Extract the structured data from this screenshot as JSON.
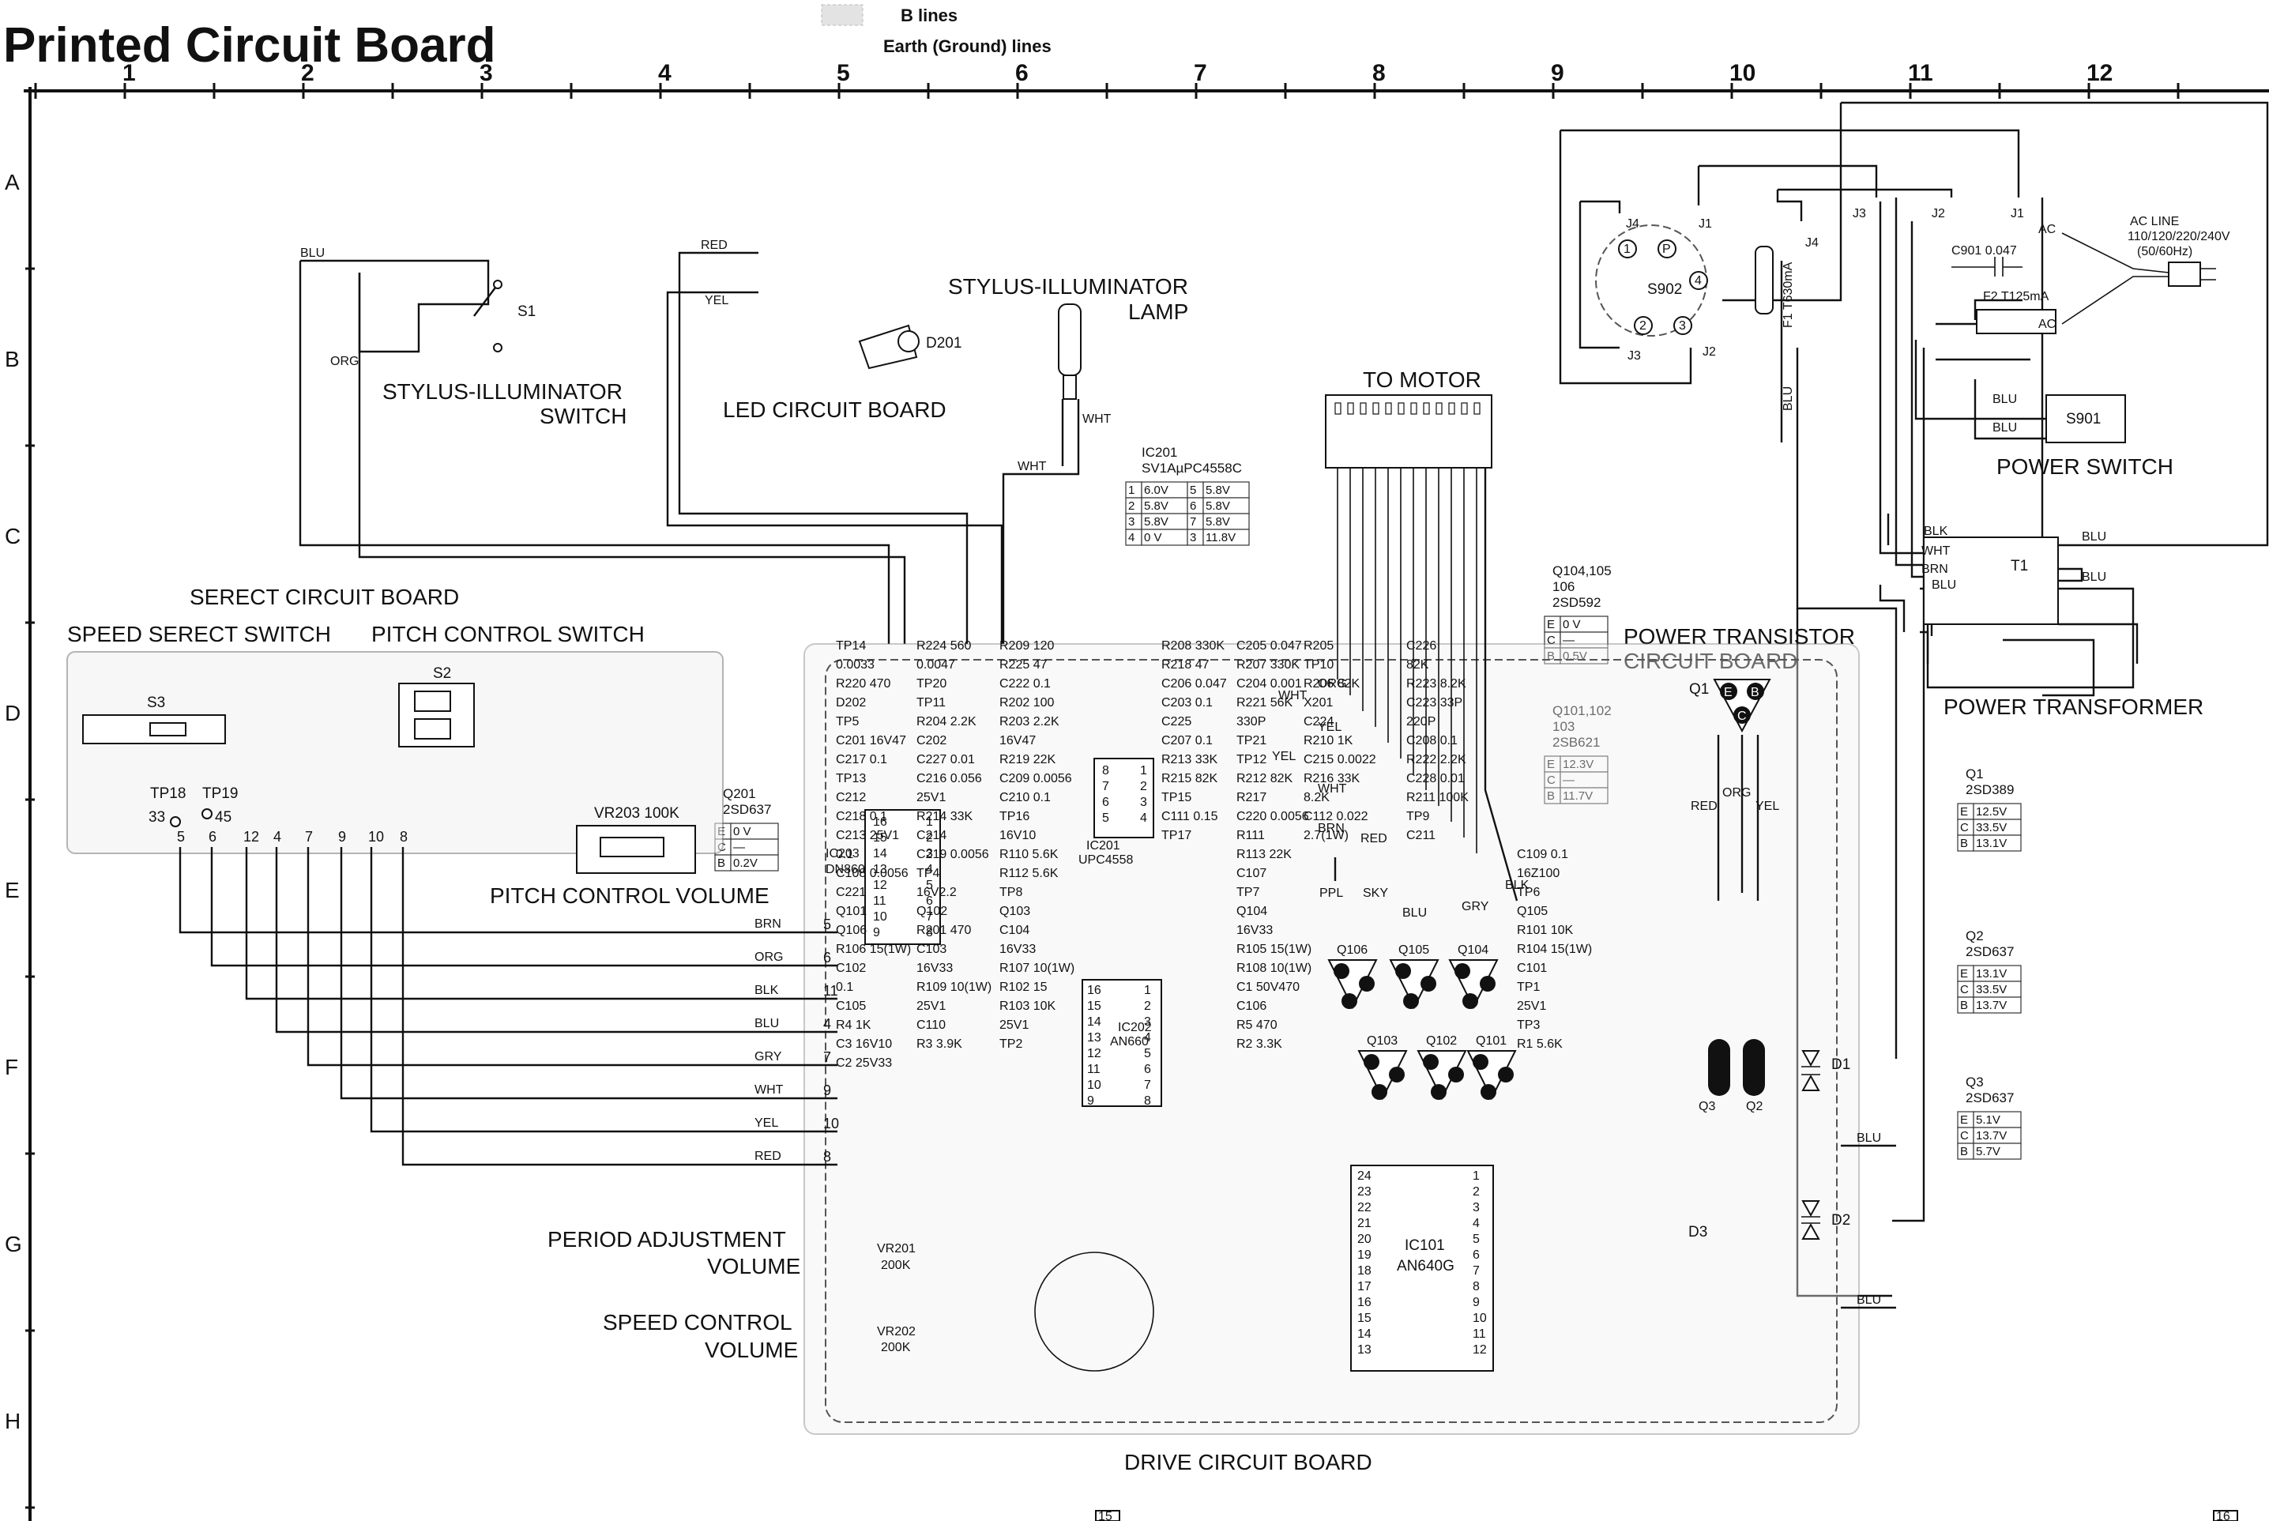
{
  "header": {
    "title": "Printed Circuit Board",
    "legend_b_lines": "B lines",
    "legend_earth": "Earth (Ground) lines"
  },
  "grid": {
    "columns": [
      "1",
      "2",
      "3",
      "4",
      "5",
      "6",
      "7",
      "8",
      "9",
      "10",
      "11",
      "12"
    ],
    "rows": [
      "A",
      "B",
      "C",
      "D",
      "E",
      "F",
      "G",
      "H"
    ]
  },
  "labels": {
    "stylus_switch": [
      "STYLUS-ILLUMINATOR",
      "SWITCH"
    ],
    "led_board": "LED CIRCUIT BOARD",
    "stylus_lamp": [
      "STYLUS-ILLUMINATOR",
      "LAMP"
    ],
    "to_motor": "TO MOTOR",
    "power_switch": "POWER SWITCH",
    "power_transformer": "POWER TRANSFORMER",
    "power_transistor_board": [
      "POWER TRANSISTOR",
      "CIRCUIT BOARD"
    ],
    "select_board": "SERECT CIRCUIT BOARD",
    "speed_select_switch": "SPEED SERECT SWITCH",
    "pitch_control_switch": "PITCH CONTROL SWITCH",
    "pitch_control_volume": "PITCH CONTROL VOLUME",
    "period_adjustment": [
      "PERIOD ADJUSTMENT",
      "VOLUME"
    ],
    "speed_control": [
      "SPEED CONTROL",
      "VOLUME"
    ],
    "drive_board": "DRIVE CIRCUIT BOARD",
    "ac_line": [
      "AC LINE",
      "110/120/220/240V",
      "(50/60Hz)"
    ],
    "page_left": "15",
    "page_right": "16"
  },
  "components": {
    "S1": "S1",
    "S2": "S2",
    "S3": "S3",
    "S901": "S901",
    "S902": "S902",
    "T1": "T1",
    "F1": "F1  T630mA",
    "F2": "F2  T125mA",
    "C901": "C901  0.047",
    "D201": "D201",
    "VR203": "VR203  100K",
    "VR201": [
      "VR201",
      "200K"
    ],
    "VR202": [
      "VR202",
      "200K"
    ],
    "IC101": [
      "IC101",
      "AN640G"
    ],
    "IC201": [
      "IC201",
      "UPC4558"
    ],
    "IC202": [
      "IC202",
      "AN660"
    ],
    "IC203": [
      "IC203",
      "DN860"
    ],
    "Q1": "Q1",
    "Q2": "Q2",
    "Q3": "Q3",
    "D1": "D1",
    "D2": "D2",
    "D3": "D3"
  },
  "connectors": {
    "J1": "J1",
    "J2": "J2",
    "J3": "J3",
    "J4": "J4",
    "AC": "AC"
  },
  "wire_colors": {
    "BLU": "BLU",
    "ORG": "ORG",
    "RED": "RED",
    "YEL": "YEL",
    "WHT": "WHT",
    "BRN": "BRN",
    "BLK": "BLK",
    "GRY": "GRY",
    "SKY": "SKY",
    "PPL": "PPL"
  },
  "select_wires": [
    {
      "color": "BRN",
      "pin": "5"
    },
    {
      "color": "ORG",
      "pin": "6"
    },
    {
      "color": "BLK",
      "pin": "11"
    },
    {
      "color": "BLU",
      "pin": "4"
    },
    {
      "color": "GRY",
      "pin": "7"
    },
    {
      "color": "WHT",
      "pin": "9"
    },
    {
      "color": "YEL",
      "pin": "10"
    },
    {
      "color": "RED",
      "pin": "8"
    }
  ],
  "select_pins": [
    "5",
    "6",
    "12",
    "4",
    "7",
    "9",
    "10",
    "8"
  ],
  "tp_select": [
    {
      "name": "TP18",
      "val": "33"
    },
    {
      "name": "TP19",
      "val": "45"
    }
  ],
  "voltage_tables": {
    "ic201": {
      "title": [
        "IC201",
        "SV1AµPC4558C"
      ],
      "rows": [
        [
          "1",
          "6.0V",
          "5",
          "5.8V"
        ],
        [
          "2",
          "5.8V",
          "6",
          "5.8V"
        ],
        [
          "3",
          "5.8V",
          "7",
          "5.8V"
        ],
        [
          "4",
          "0 V",
          "3",
          "11.8V"
        ]
      ]
    },
    "q201": {
      "title": [
        "Q201",
        "2SD637"
      ],
      "rows": [
        [
          "E",
          "0 V"
        ],
        [
          "C",
          "—"
        ],
        [
          "B",
          "0.2V"
        ]
      ]
    },
    "q104": {
      "title": [
        "Q104,105",
        "106",
        "2SD592"
      ],
      "rows": [
        [
          "E",
          "0 V"
        ],
        [
          "C",
          "—"
        ],
        [
          "B",
          "0.5V"
        ]
      ]
    },
    "q101": {
      "title": [
        "Q101,102",
        "103",
        "2SB621"
      ],
      "rows": [
        [
          "E",
          "12.3V"
        ],
        [
          "C",
          "—"
        ],
        [
          "B",
          "11.7V"
        ]
      ]
    },
    "q1": {
      "title": [
        "Q1",
        "2SD389"
      ],
      "rows": [
        [
          "E",
          "12.5V"
        ],
        [
          "C",
          "33.5V"
        ],
        [
          "B",
          "13.1V"
        ]
      ]
    },
    "q2": {
      "title": [
        "Q2",
        "2SD637"
      ],
      "rows": [
        [
          "E",
          "13.1V"
        ],
        [
          "C",
          "33.5V"
        ],
        [
          "B",
          "13.7V"
        ]
      ]
    },
    "q3": {
      "title": [
        "Q3",
        "2SD637"
      ],
      "rows": [
        [
          "E",
          "5.1V"
        ],
        [
          "C",
          "13.7V"
        ],
        [
          "B",
          "5.7V"
        ]
      ]
    }
  },
  "drive_parts": [
    "TP14",
    "R224  560",
    "R209  120",
    "R208  330K",
    "C205  0.047",
    "R205",
    "C226",
    "0.0033",
    "0.0047",
    "R225  47",
    "R218  47",
    "R207  330K",
    "TP10",
    "82K",
    "R220  470",
    "TP20",
    "C222  0.1",
    "C206  0.047",
    "C204  0.001",
    "R206  82K",
    "R223  8.2K",
    "D202",
    "TP11",
    "R202  100",
    "C203  0.1",
    "R221  56K",
    "X201",
    "C223  33P",
    "TP5",
    "R204  2.2K",
    "R203  2.2K",
    "C225",
    "330P",
    "C224",
    "220P",
    "C201  16V47",
    "C202",
    "16V47",
    "C207  0.1",
    "TP21",
    "R210  1K",
    "C208  0.1",
    "C217  0.1",
    "C227  0.01",
    "R219  22K",
    "R213  33K",
    "TP12",
    "C215  0.0022",
    "R222  2.2K",
    "TP13",
    "C216  0.056",
    "C209  0.0056",
    "R215  82K",
    "R212  82K",
    "R216  33K",
    "C228  0.01",
    "C212",
    "25V1",
    "C210  0.1",
    "TP15",
    "R217",
    "8.2K",
    "R211  100K",
    "C218  0.1",
    "R214  33K",
    "TP16",
    "C111  0.15",
    "C220  0.0056",
    "C112  0.022",
    "TP9",
    "C213  25V1",
    "C214",
    "16V10",
    "TP17",
    "R111",
    "2.7(1W)",
    "C211",
    "0.1",
    "C219  0.0056",
    "R110  5.6K",
    "R113  22K",
    "C109  0.1",
    "C108  0.0056",
    "TP4",
    "R112  5.6K",
    "C107",
    "16Z100",
    "C221",
    "16V2.2",
    "TP8",
    "TP7",
    "TP6",
    "Q101",
    "Q102",
    "Q103",
    "Q104",
    "Q105",
    "Q106",
    "R201  470",
    "C104",
    "16V33",
    "R101  10K",
    "R106  15(1W)",
    "C103",
    "16V33",
    "R105  15(1W)",
    "R104  15(1W)",
    "C102",
    "16V33",
    "R107  10(1W)",
    "R108  10(1W)",
    "C101",
    "0.1",
    "R109  10(1W)",
    "R102  15",
    "C1  50V470",
    "TP1",
    "C105",
    "25V1",
    "R103  10K",
    "C106",
    "25V1",
    "R4  1K",
    "C110",
    "25V1",
    "R5  470",
    "TP3",
    "C3  16V10",
    "R3  3.9K",
    "TP2",
    "R2  3.3K",
    "R1  5.6K",
    "C2  25V33"
  ],
  "ic101_pins_left": [
    "24",
    "23",
    "22",
    "21",
    "20",
    "19",
    "18",
    "17",
    "16",
    "15",
    "14",
    "13"
  ],
  "ic101_pins_right": [
    "1",
    "2",
    "3",
    "4",
    "5",
    "6",
    "7",
    "8",
    "9",
    "10",
    "11",
    "12"
  ],
  "ic201_pins": [
    "8",
    "7",
    "6",
    "5",
    "1",
    "2",
    "3",
    "4"
  ],
  "ic202_pins_left": [
    "16",
    "15",
    "14",
    "13",
    "12",
    "11",
    "10",
    "9"
  ],
  "ic202_pins_right": [
    "1",
    "2",
    "3",
    "4",
    "5",
    "6",
    "7",
    "8"
  ],
  "ic203_pins_left": [
    "16",
    "15",
    "14",
    "13",
    "12",
    "11",
    "10",
    "9"
  ],
  "ic203_pins_right": [
    "1",
    "2",
    "3",
    "4",
    "5",
    "6",
    "7",
    "8"
  ],
  "transistor_pins": {
    "e": "E",
    "c": "C",
    "b": "B",
    "p": "P",
    "one": "1",
    "two": "2",
    "three": "3",
    "four": "4"
  }
}
